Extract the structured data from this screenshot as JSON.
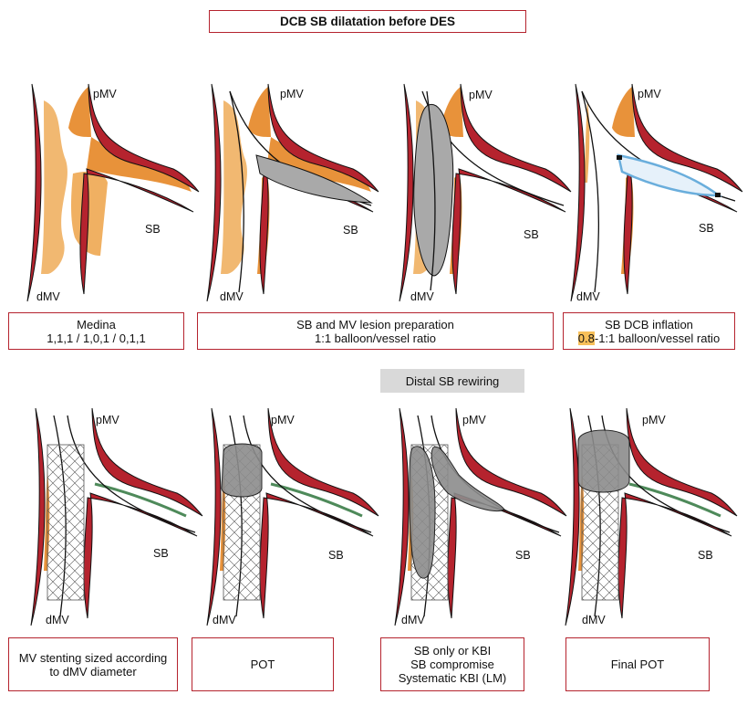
{
  "title": "DCB SB dilatation before DES",
  "vessel_labels": {
    "pmv": "pMV",
    "sb": "SB",
    "dmv": "dMV"
  },
  "captions": {
    "medina": {
      "line1": "Medina",
      "line2": "1,1,1 / 1,0,1 / 0,1,1"
    },
    "prep": {
      "line1": "SB and MV lesion preparation",
      "line2": "1:1 balloon/vessel ratio"
    },
    "dcb": {
      "line1": "SB DCB inflation",
      "line2_hl": "0.8",
      "line2_rest": "-1:1 balloon/vessel ratio"
    },
    "mv_stent": {
      "line1": "MV stenting sized according",
      "line2": "to dMV diameter"
    },
    "pot": {
      "line1": "POT"
    },
    "kbi": {
      "line1": "SB only or KBI",
      "line2": "SB compromise",
      "line3": "Systematic KBI (LM)"
    },
    "final_pot": {
      "line1": "Final POT"
    }
  },
  "rewiring_label": "Distal SB rewiring",
  "colors": {
    "wall": "#b5232e",
    "plaque": "#e8923a",
    "balloon": "#a9a9a9",
    "dcb_edge": "#6aaedc",
    "accent": "#b5232e"
  }
}
